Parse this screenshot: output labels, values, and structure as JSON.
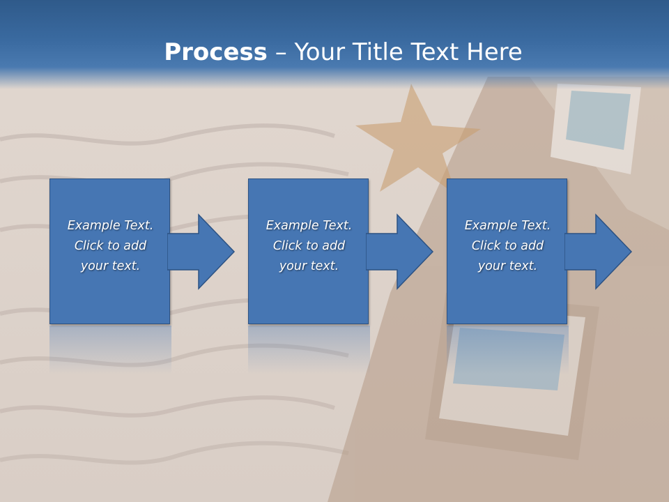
{
  "slide": {
    "title_bold": "Process",
    "title_rest": " – Your Title Text Here",
    "steps": [
      {
        "line1": "Example Text.",
        "line2": "Click  to add",
        "line3": "your text."
      },
      {
        "line1": "Example Text.",
        "line2": "Click  to add",
        "line3": "your text."
      },
      {
        "line1": "Example Text.",
        "line2": "Click  to add",
        "line3": "your text."
      }
    ],
    "colors": {
      "header": "#3a6aa0",
      "box": "#4676b3",
      "box_border": "#2c5283",
      "text": "#ffffff"
    }
  }
}
